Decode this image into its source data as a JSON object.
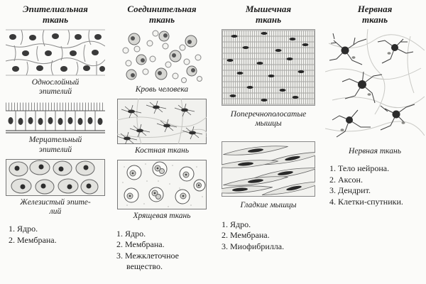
{
  "page": {
    "background": "#fbfbf9",
    "ink": "#1d1d1d"
  },
  "columns": [
    {
      "id": "epithelial",
      "title": "Эпителиальная\nткань",
      "figures": [
        {
          "name": "single-layer-epithelium",
          "caption": "Однослойный\nэпителий"
        },
        {
          "name": "ciliated-epithelium",
          "caption": "Мерцательный\nэпителий"
        },
        {
          "name": "glandular-epithelium",
          "caption": "Железистый эпите-\nлий"
        }
      ],
      "legend": [
        "1. Ядро.",
        "2. Мембрана."
      ]
    },
    {
      "id": "connective",
      "title": "Соединительная\nткань",
      "figures": [
        {
          "name": "human-blood",
          "caption": "Кровь человека"
        },
        {
          "name": "bone-tissue",
          "caption": "Костная ткань"
        },
        {
          "name": "cartilage-tissue",
          "caption": "Хрящевая ткань"
        }
      ],
      "legend": [
        "1. Ядро.",
        "2. Мембрана.",
        "3. Межклеточное вещество."
      ]
    },
    {
      "id": "muscle",
      "title": "Мышечная\nткань",
      "figures": [
        {
          "name": "striated-muscles",
          "caption": "Поперечнополосатые\nмышцы"
        },
        {
          "name": "smooth-muscles",
          "caption": "Гладкие мышцы"
        }
      ],
      "legend": [
        "1. Ядро.",
        "2. Мембрана.",
        "3. Миофибрилла."
      ]
    },
    {
      "id": "nervous",
      "title": "Нервная\nткань",
      "figures": [
        {
          "name": "nervous-tissue",
          "caption": "Нервная ткань"
        }
      ],
      "legend": [
        "1. Тело нейрона.",
        "2. Аксон.",
        "3. Дендрит.",
        "4. Клетки-спутники."
      ]
    }
  ]
}
